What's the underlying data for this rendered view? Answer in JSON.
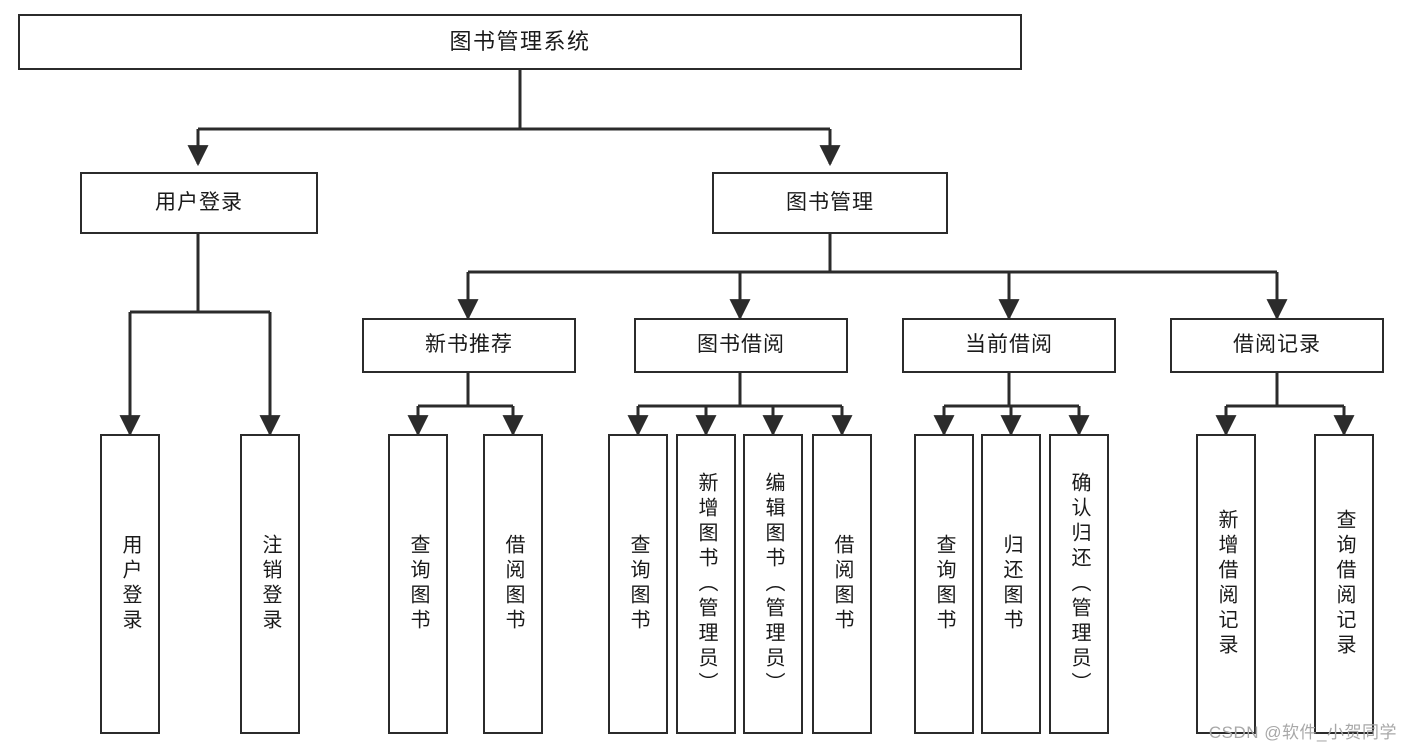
{
  "diagram": {
    "title": "图书管理系统",
    "root": {
      "id": "root",
      "label": "图书管理系统"
    },
    "level1": [
      {
        "id": "user-login",
        "label": "用户登录"
      },
      {
        "id": "book-manage",
        "label": "图书管理"
      }
    ],
    "level2": [
      {
        "id": "new-book-recommend",
        "label": "新书推荐",
        "parent": "book-manage"
      },
      {
        "id": "book-borrow",
        "label": "图书借阅",
        "parent": "book-manage"
      },
      {
        "id": "current-borrow",
        "label": "当前借阅",
        "parent": "book-manage"
      },
      {
        "id": "borrow-record",
        "label": "借阅记录",
        "parent": "book-manage"
      }
    ],
    "leaves": {
      "user-login": [
        {
          "id": "leaf-user-login",
          "label": "用户登录"
        },
        {
          "id": "leaf-logout",
          "label": "注销登录"
        }
      ],
      "new-book-recommend": [
        {
          "id": "leaf-query-book-1",
          "label": "查询图书"
        },
        {
          "id": "leaf-borrow-book-1",
          "label": "借阅图书"
        }
      ],
      "book-borrow": [
        {
          "id": "leaf-query-book-2",
          "label": "查询图书"
        },
        {
          "id": "leaf-add-book",
          "label": "新增图书（管理员）"
        },
        {
          "id": "leaf-edit-book",
          "label": "编辑图书（管理员）"
        },
        {
          "id": "leaf-borrow-book-2",
          "label": "借阅图书"
        }
      ],
      "current-borrow": [
        {
          "id": "leaf-query-book-3",
          "label": "查询图书"
        },
        {
          "id": "leaf-return-book",
          "label": "归还图书"
        },
        {
          "id": "leaf-confirm-return",
          "label": "确认归还（管理员）"
        }
      ],
      "borrow-record": [
        {
          "id": "leaf-add-record",
          "label": "新增借阅记录"
        },
        {
          "id": "leaf-query-record",
          "label": "查询借阅记录"
        }
      ]
    }
  },
  "watermark": {
    "text": "CSDN @软件_小贺同学"
  },
  "colors": {
    "stroke": "#2b2b2b",
    "fill": "#ffffff",
    "text": "#1a1a1a",
    "watermark": "#a8a8a8"
  }
}
